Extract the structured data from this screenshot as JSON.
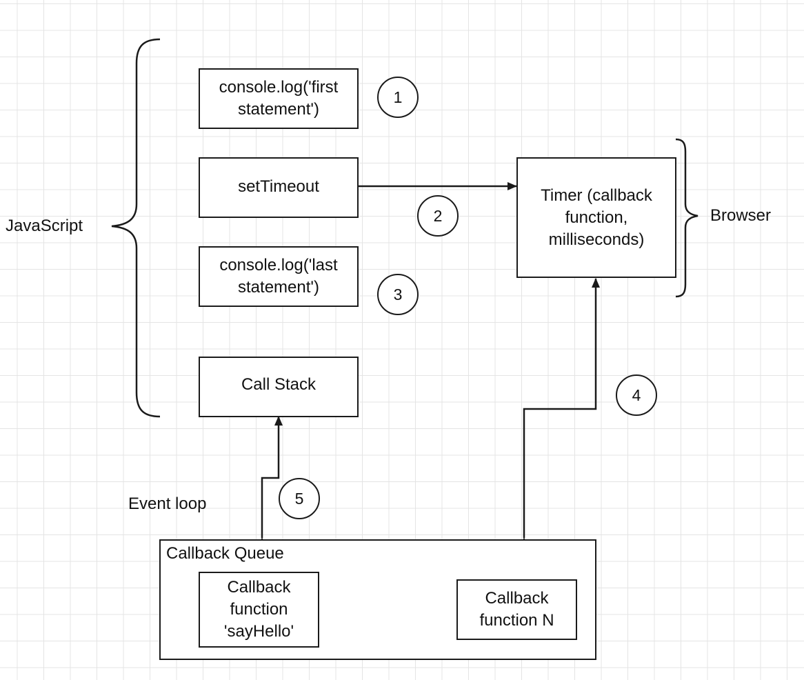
{
  "diagram": {
    "labels": {
      "javascript": "JavaScript",
      "browser": "Browser",
      "event_loop": "Event loop"
    },
    "boxes": {
      "first_statement": "console.log('first statement')",
      "set_timeout": "setTimeout",
      "last_statement": "console.log('last statement')",
      "call_stack": "Call Stack",
      "timer": "Timer (callback function, milliseconds)"
    },
    "steps": [
      "1",
      "2",
      "3",
      "4",
      "5"
    ],
    "callback_queue": {
      "title": "Callback Queue",
      "items": [
        "Callback function 'sayHello'",
        "Callback function N"
      ]
    }
  }
}
